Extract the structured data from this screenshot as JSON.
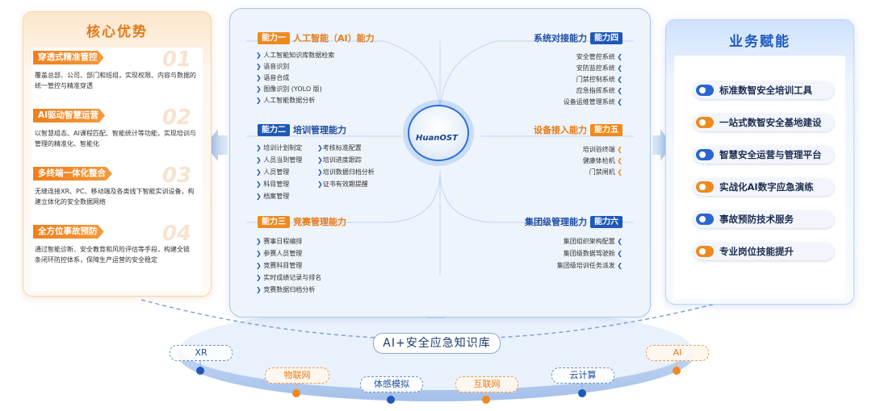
{
  "left_panel": {
    "title": "核心优势",
    "items": [
      {
        "tag": "穿透式精准管控",
        "number": "01",
        "text_line1": "覆盖总部、公司、部门和班组，实现权限、内容与数据的",
        "text_line2": "统一管控与精准穿透"
      },
      {
        "tag": "AI驱动智慧运营",
        "number": "02",
        "text_line1": "以智慧组态、AI课程匹配、智能统计等功能，实现培训与",
        "text_line2": "管理的精准化、智能化"
      },
      {
        "tag": "多终端一体化整合",
        "number": "03",
        "text_line1": "无缝连接XR、PC、移动端及各类线下智能实训设备，构",
        "text_line2": "建立体化的安全数据网络"
      },
      {
        "tag": "全方位事故预防",
        "number": "04",
        "text_line1": "通过智能诊断、安全教育和风险评估等手段，构建全链",
        "text_line2": "条闭环防控体系，保障生产运营的安全稳定"
      }
    ]
  },
  "right_panel": {
    "title": "业务赋能",
    "items": [
      {
        "label": "标准数智安全培训工具",
        "color": "#2a66d0"
      },
      {
        "label": "一站式数智安全基地建设",
        "color": "#ee8a1e"
      },
      {
        "label": "智慧安全运营与管理平台",
        "color": "#2a66d0"
      },
      {
        "label": "实战化AI数字应急演练",
        "color": "#ee8a1e"
      },
      {
        "label": "事故预防技术服务",
        "color": "#2a66d0"
      },
      {
        "label": "专业岗位技能提升",
        "color": "#ee8a1e"
      }
    ]
  },
  "center": {
    "logo": "HuanOST",
    "cap1": {
      "tag": "能力一",
      "title": "人工智能（AI）能力",
      "items": [
        "人工智能知识库数据检索",
        "语音识别",
        "语音合成",
        "图像识别 (YOLO 版)",
        "人工智能数据分析"
      ]
    },
    "cap2": {
      "tag": "能力二",
      "title": "培训管理能力",
      "col1": [
        "培训计划制定",
        "人员当到管理",
        "人员管理",
        "科目管理",
        "档案管理"
      ],
      "col2": [
        "考核标准配置",
        "培训进度跟踪",
        "培训数据归档分析",
        "证书有效期提醒"
      ]
    },
    "cap3": {
      "tag": "能力三",
      "title": "竞赛管理能力",
      "items": [
        "赛事日程编排",
        "参赛人员管理",
        "竞赛科目管理",
        "实时成绩记录与排名",
        "竞赛数据归档分析"
      ]
    },
    "cap4": {
      "tag": "能力四",
      "title": "系统对接能力",
      "items": [
        "安全管控系统",
        "安防监控系统",
        "门禁控制系统",
        "应急指挥系统",
        "设备运维管理系统"
      ]
    },
    "cap5": {
      "tag": "能力五",
      "title": "设备接入能力",
      "items": [
        "培训验终端",
        "健康体检机",
        "门禁闸机"
      ]
    },
    "cap6": {
      "tag": "能力六",
      "title": "集团级管理能力",
      "items": [
        "集团组织架构配置",
        "集团级数据驾驶舱",
        "集团级培训任务派发"
      ]
    }
  },
  "bottom": {
    "knowledge_base": "AI+安全应急知识库",
    "techs": [
      {
        "label": "XR",
        "style": "blue"
      },
      {
        "label": "物联网",
        "style": "orange"
      },
      {
        "label": "体感模拟",
        "style": "blue"
      },
      {
        "label": "互联网",
        "style": "orange"
      },
      {
        "label": "云计算",
        "style": "blue"
      },
      {
        "label": "AI",
        "style": "orange"
      }
    ]
  },
  "colors": {
    "orange": "#ee8a1e",
    "blue": "#1f58b8",
    "icon": "arrow-icon"
  }
}
